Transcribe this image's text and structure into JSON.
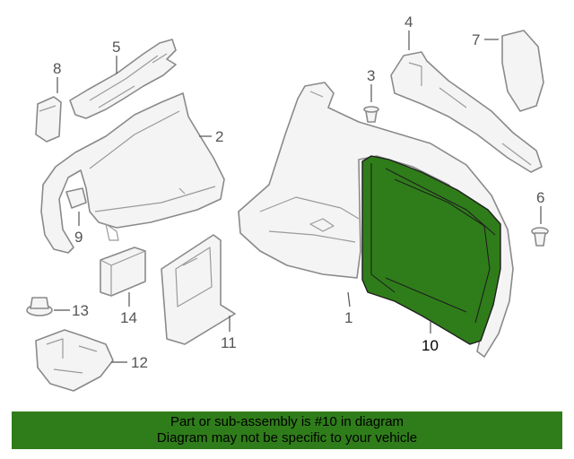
{
  "callouts": {
    "c1": "1",
    "c2": "2",
    "c3": "3",
    "c4": "4",
    "c5": "5",
    "c6": "6",
    "c7": "7",
    "c8": "8",
    "c9": "9",
    "c10": "10",
    "c11": "11",
    "c12": "12",
    "c13": "13",
    "c14": "14"
  },
  "highlighted_part": "10",
  "banner": {
    "line1": "Part or sub-assembly is #10 in diagram",
    "line2": "Diagram may not be specific to your vehicle"
  },
  "colors": {
    "highlight": "#2f7d1a",
    "line": "#8a8a8a"
  }
}
